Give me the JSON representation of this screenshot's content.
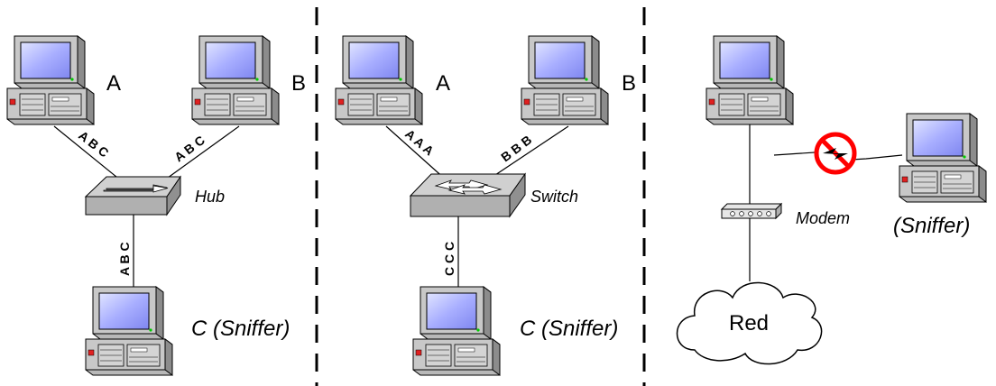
{
  "panel_hub": {
    "host_a": "A",
    "host_b": "B",
    "sniffer": "C (Sniffer)",
    "device": "Hub",
    "wire_a": "A B C",
    "wire_b": "A B C",
    "wire_c": "A B C"
  },
  "panel_switch": {
    "host_a": "A",
    "host_b": "B",
    "sniffer": "C (Sniffer)",
    "device": "Switch",
    "wire_a": "A A A",
    "wire_b": "B B B",
    "wire_c": "C C C"
  },
  "panel_modem": {
    "device": "Modem",
    "sniffer": "(Sniffer)",
    "network": "Red"
  },
  "colors": {
    "screen": "#9aa0ff",
    "case": "#c0c0c0",
    "forbidden": "#ff0000"
  }
}
